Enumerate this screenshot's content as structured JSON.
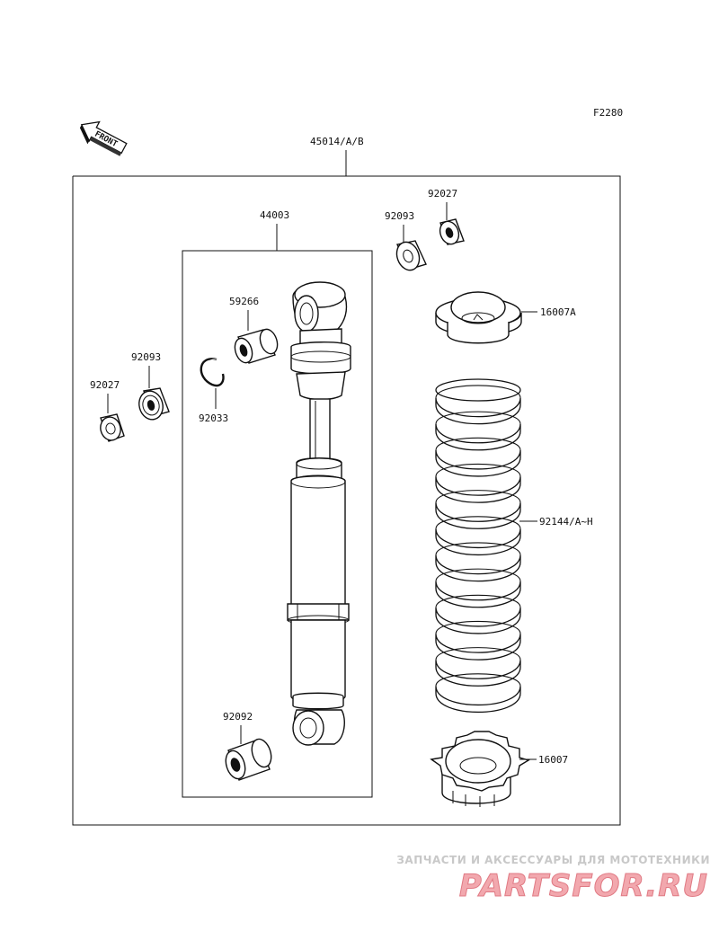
{
  "figure_code": "F2280",
  "front_label": "FRONT",
  "labels": {
    "assembly": "45014/A/B",
    "shock_unit": "44003",
    "collar": "59266",
    "circlip": "92033",
    "bearing_left": "92093",
    "bushing_left": "92027",
    "bearing_right": "92093",
    "bushing_right": "92027",
    "lower_bushing": "92092",
    "spring_seat": "16007A",
    "spring": "92144/A~H",
    "adjuster": "16007"
  },
  "watermark": {
    "tagline": "ЗАПЧАСТИ И АКСЕССУАРЫ ДЛЯ МОТОТЕХНИКИ",
    "brand": "PARTSFOR.RU"
  }
}
